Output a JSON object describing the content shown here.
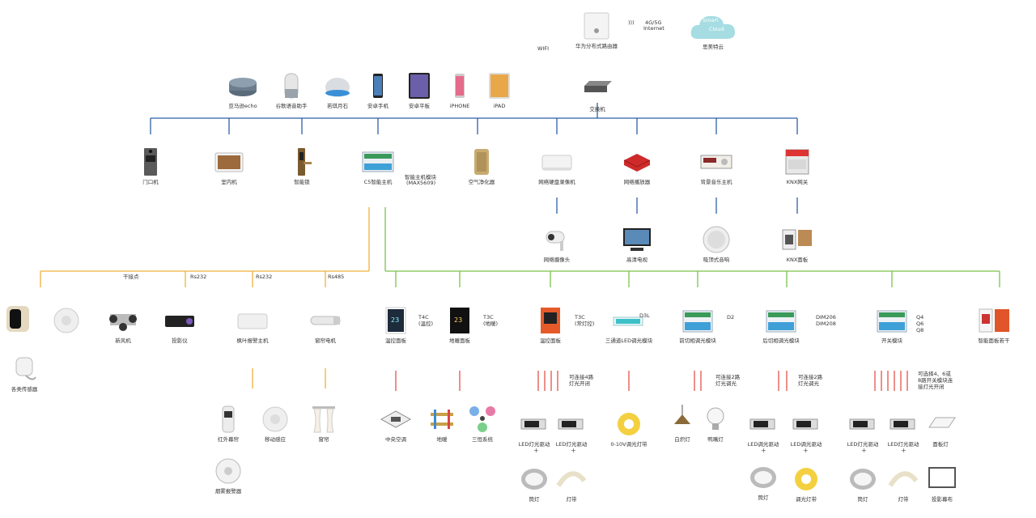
{
  "colors": {
    "blue": "#2f5fa8",
    "orange": "#f0b13a",
    "green": "#7cc24a",
    "red": "#e4534b"
  },
  "network": {
    "cloud_text": [
      "Smart",
      "Cloud"
    ],
    "cloud_label": "思美特云",
    "router_label": "华为分布式路由器",
    "internet_label": [
      "4G/5G",
      "Internet"
    ],
    "wifi_label": "WIFI",
    "switch_label": "交换机"
  },
  "voice_devices": [
    {
      "label": "亚马逊echo",
      "icon": "echo-speaker-icon"
    },
    {
      "label": "谷歌语音助手",
      "icon": "google-home-icon"
    },
    {
      "label": "若琪月石",
      "icon": "rokid-icon"
    },
    {
      "label": "安卓手机",
      "icon": "android-phone-icon"
    },
    {
      "label": "安卓平板",
      "icon": "android-tablet-icon"
    },
    {
      "label": "iPHONE",
      "icon": "iphone-icon"
    },
    {
      "label": "iPAD",
      "icon": "ipad-icon"
    }
  ],
  "lan_devices": [
    {
      "label": "门口机",
      "icon": "door-station-icon"
    },
    {
      "label": "室内机",
      "icon": "indoor-monitor-icon"
    },
    {
      "label": "智能锁",
      "icon": "smart-lock-icon"
    },
    {
      "label": "C5智能主机",
      "icon": "smart-host-icon",
      "sub": [
        "智能主机模块",
        "(MAX5609)"
      ]
    },
    {
      "label": "空气净化器",
      "icon": "air-purifier-icon"
    },
    {
      "label": "网络硬盘录像机",
      "icon": "nvr-icon"
    },
    {
      "label": "网络播放器",
      "icon": "network-player-icon"
    },
    {
      "label": "背景音乐主机",
      "icon": "music-host-icon"
    },
    {
      "label": "KNX网关",
      "icon": "knx-gateway-icon"
    }
  ],
  "lan_children": [
    {
      "label": "网络摄像头",
      "icon": "ip-camera-icon"
    },
    {
      "label": "高清电视",
      "icon": "hd-tv-icon"
    },
    {
      "label": "吸顶式音响",
      "icon": "ceiling-speaker-icon"
    },
    {
      "label": "KNX面板",
      "icon": "knx-panel-icon"
    }
  ],
  "bus_labels": [
    "干接点",
    "Rs232",
    "Rs232",
    "Rs485"
  ],
  "subsystems": [
    {
      "label": "",
      "icon": "sensor-hub-icon"
    },
    {
      "label": "新风机",
      "icon": "fresh-air-icon"
    },
    {
      "label": "投影仪",
      "icon": "projector-icon"
    },
    {
      "label": "枫叶报警主机",
      "icon": "alarm-host-icon"
    },
    {
      "label": "窗帘电机",
      "icon": "curtain-motor-icon"
    },
    {
      "label": "温控面板",
      "icon": "thermostat-icon",
      "tag": [
        "T4C",
        "(温控)"
      ]
    },
    {
      "label": "地暖面板",
      "icon": "floor-heat-panel-icon",
      "tag": [
        "T3C",
        "(地暖)"
      ]
    },
    {
      "label": "温控面板",
      "icon": "thermostat-panel-icon",
      "tag": [
        "T3C",
        "(常灯控)"
      ]
    },
    {
      "label": "三通道LED调光模块",
      "icon": "led-dimmer-icon",
      "tag": [
        "D3L"
      ]
    },
    {
      "label": "前切相调光模块",
      "icon": "leading-dimmer-icon",
      "tag": [
        "D2"
      ]
    },
    {
      "label": "后切相调光模块",
      "icon": "trailing-dimmer-icon",
      "tag": [
        "DIM206",
        "DIM208"
      ]
    },
    {
      "label": "开关模块",
      "icon": "switch-module-icon",
      "tag": [
        "Q4",
        "Q6",
        "Q8"
      ]
    },
    {
      "label": "智能面板若干",
      "icon": "smart-panel-icon"
    }
  ],
  "sensors_label": "各类传感器",
  "notes": [
    {
      "lines": [
        "可连接4路",
        "灯光开闭"
      ]
    },
    {
      "lines": [
        "可连接2路",
        "灯光调光"
      ]
    },
    {
      "lines": [
        "可连接2路",
        "灯光调光"
      ]
    },
    {
      "lines": [
        "可选择4、6或",
        "8路开关模块连",
        "接灯光开闭"
      ]
    }
  ],
  "bottom_row": [
    {
      "label": "红外幕帘",
      "icon": "ir-curtain-icon"
    },
    {
      "label": "移动感应",
      "icon": "motion-sensor-icon"
    },
    {
      "label": "窗帘",
      "icon": "curtain-icon"
    },
    {
      "label": "中央空调",
      "icon": "central-ac-icon"
    },
    {
      "label": "地暖",
      "icon": "floor-heating-icon"
    },
    {
      "label": "三恒系统",
      "icon": "three-const-icon"
    },
    {
      "label": "LED灯光驱动",
      "icon": "led-driver-icon"
    },
    {
      "label": "LED灯光驱动",
      "icon": "led-driver-icon"
    },
    {
      "label": "0-10V调光灯带",
      "icon": "led-strip-icon"
    },
    {
      "label": "白炽灯",
      "icon": "incandescent-icon"
    },
    {
      "label": "鸭嘴灯",
      "icon": "bulb-icon"
    },
    {
      "label": "LED调光驱动",
      "icon": "led-driver-icon"
    },
    {
      "label": "LED调光驱动",
      "icon": "led-driver-icon"
    },
    {
      "label": "LED灯光驱动",
      "icon": "led-driver-icon"
    },
    {
      "label": "LED灯光驱动",
      "icon": "led-driver-icon"
    },
    {
      "label": "面板灯",
      "icon": "panel-light-icon"
    }
  ],
  "last_row": [
    {
      "label": "烟雾报警器",
      "icon": "smoke-detector-icon"
    },
    {
      "label": "筒灯",
      "icon": "downlight-icon"
    },
    {
      "label": "灯带",
      "icon": "light-strip-icon"
    },
    {
      "label": "筒灯",
      "icon": "spotlight-icon"
    },
    {
      "label": "调光灯带",
      "icon": "dim-strip-icon"
    },
    {
      "label": "筒灯",
      "icon": "downlight-icon"
    },
    {
      "label": "灯带",
      "icon": "light-strip-icon"
    },
    {
      "label": "投影幕布",
      "icon": "projection-screen-icon"
    }
  ],
  "plus": "+"
}
